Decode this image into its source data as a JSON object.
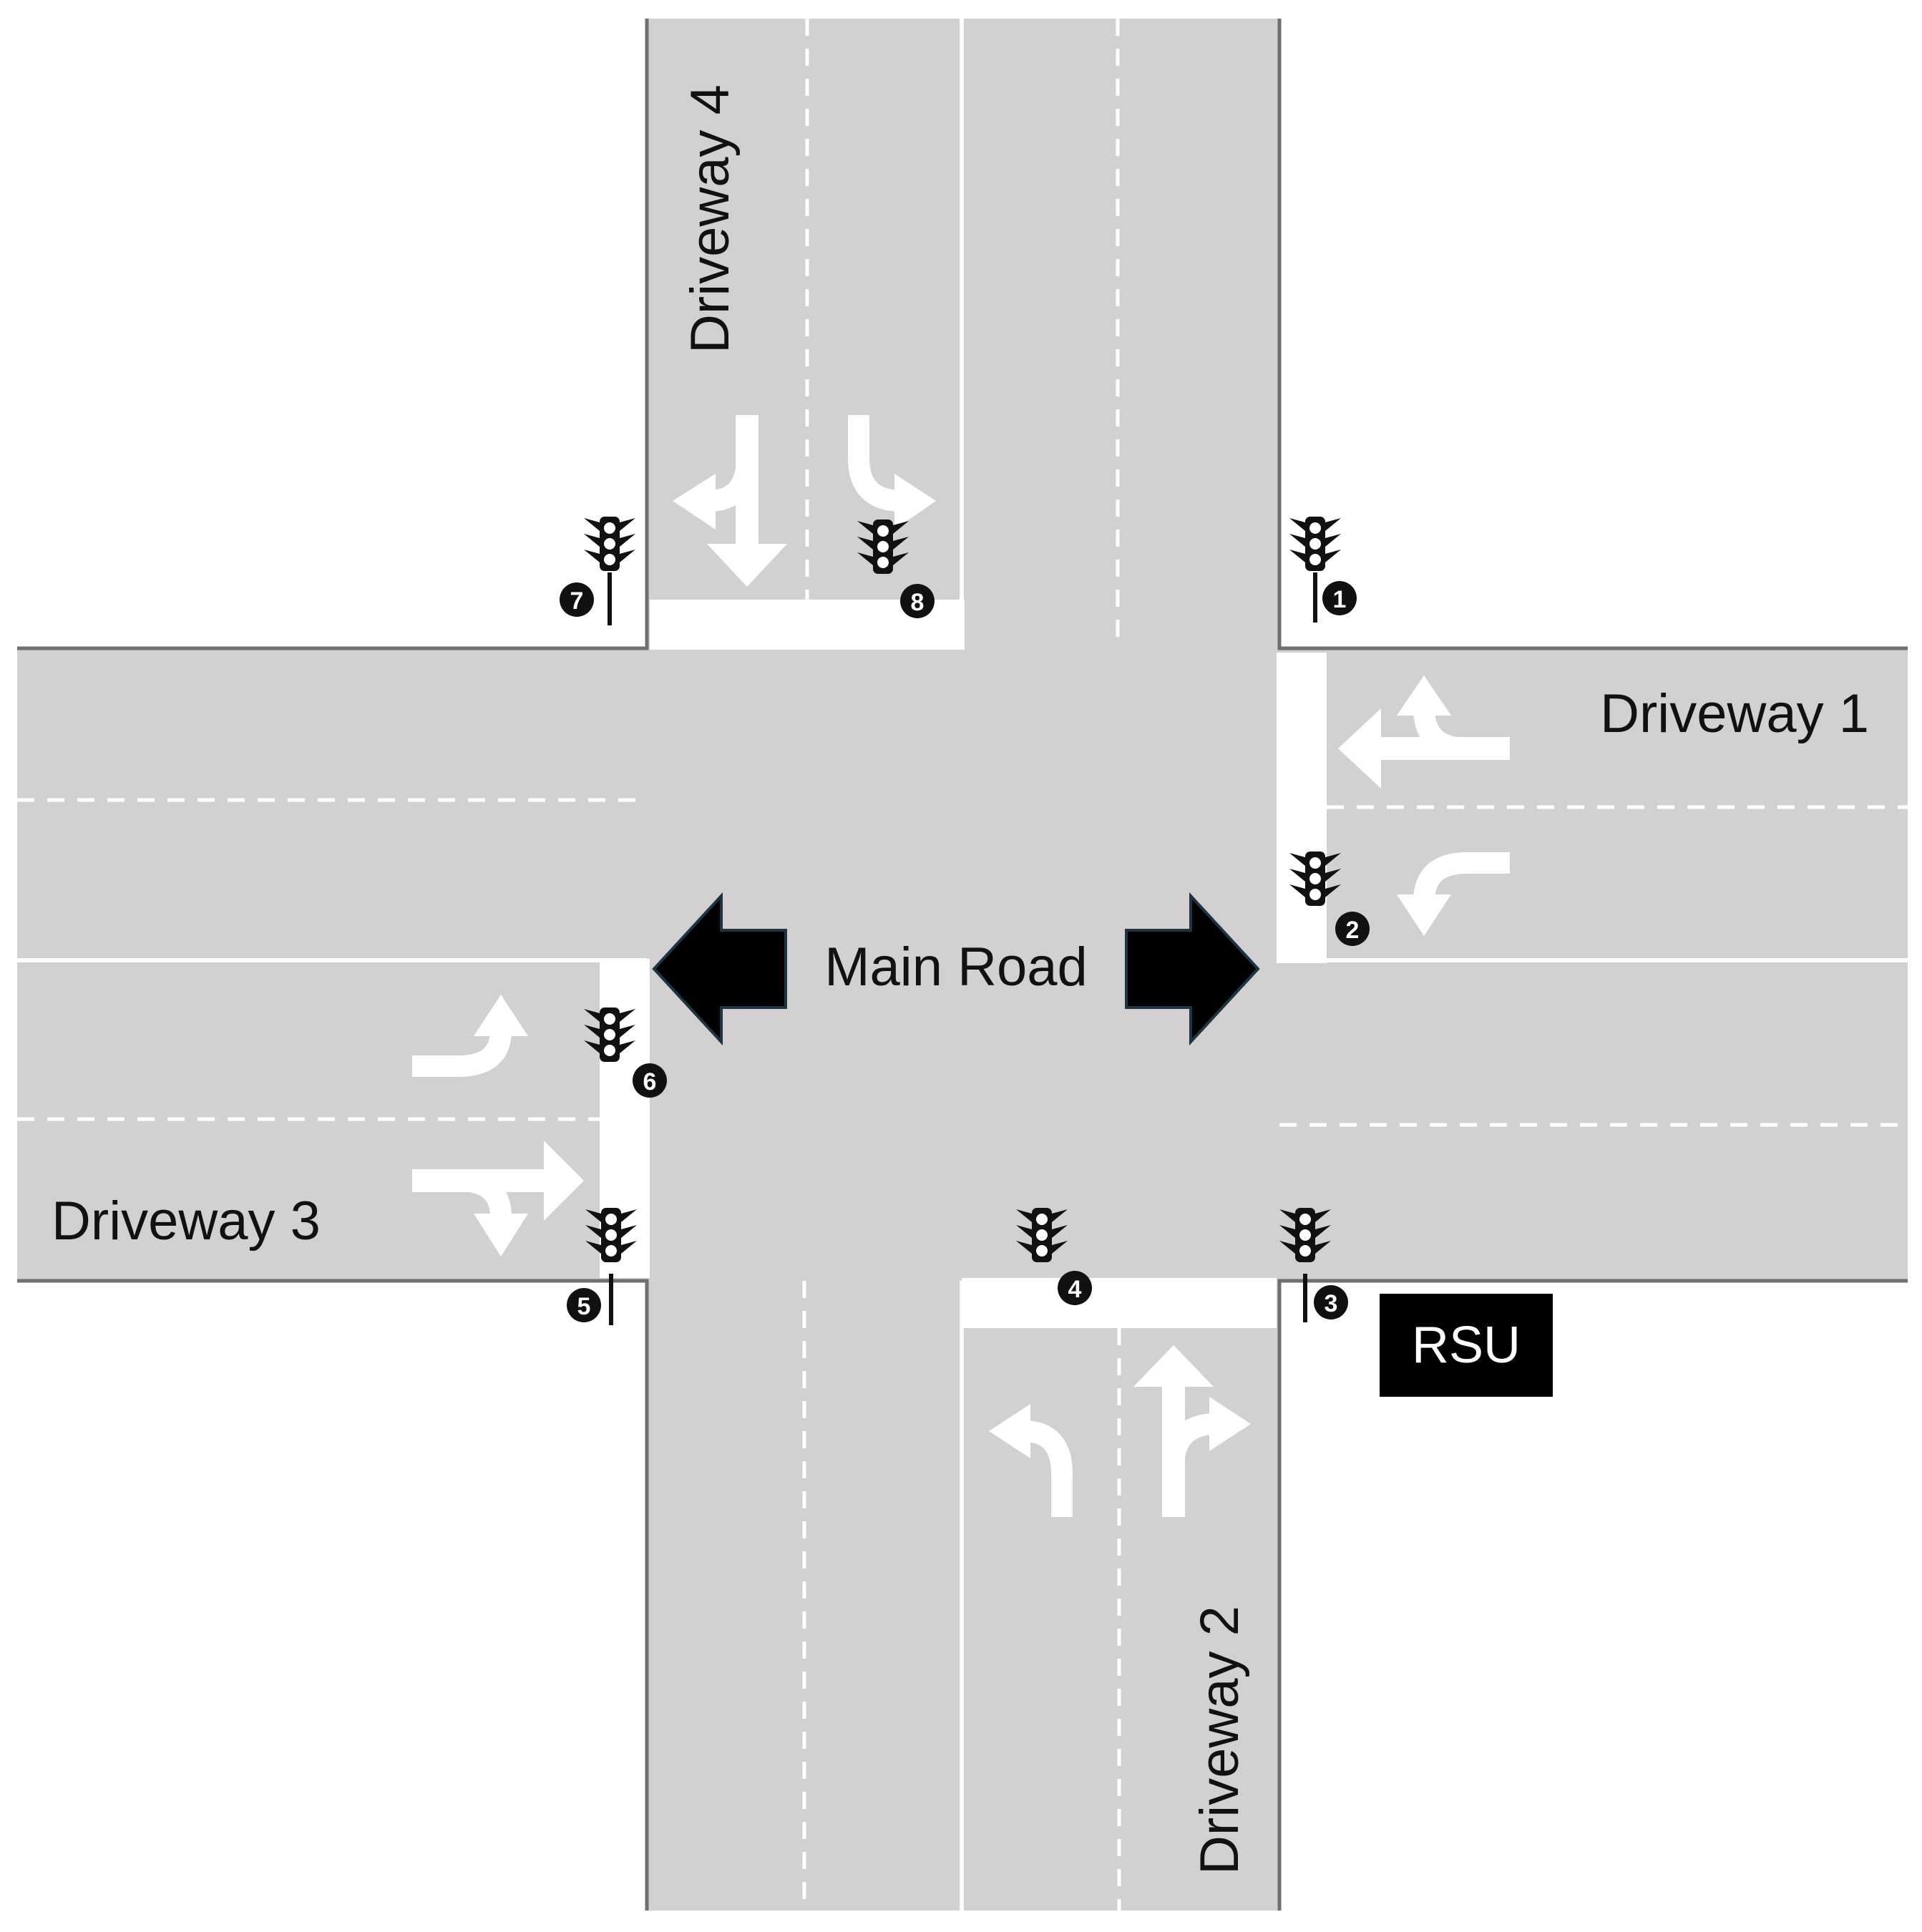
{
  "labels": {
    "driveway_1": "Driveway 1",
    "driveway_2": "Driveway 2",
    "driveway_3": "Driveway 3",
    "driveway_4": "Driveway 4",
    "main_road": "Main Road",
    "rsu": "RSU"
  },
  "signals": [
    "1",
    "2",
    "3",
    "4",
    "5",
    "6",
    "7",
    "8"
  ],
  "colors": {
    "road": "#d3d0d1",
    "markings": "#ffffff",
    "signal_badge": "#111111",
    "main_road_arrow": "#000000",
    "rsu_box": "#000000"
  },
  "icons": {
    "signal": "traffic-light-icon",
    "main_road_direction": "double-arrow-icon",
    "lane_marking": "lane-arrow-icon"
  }
}
